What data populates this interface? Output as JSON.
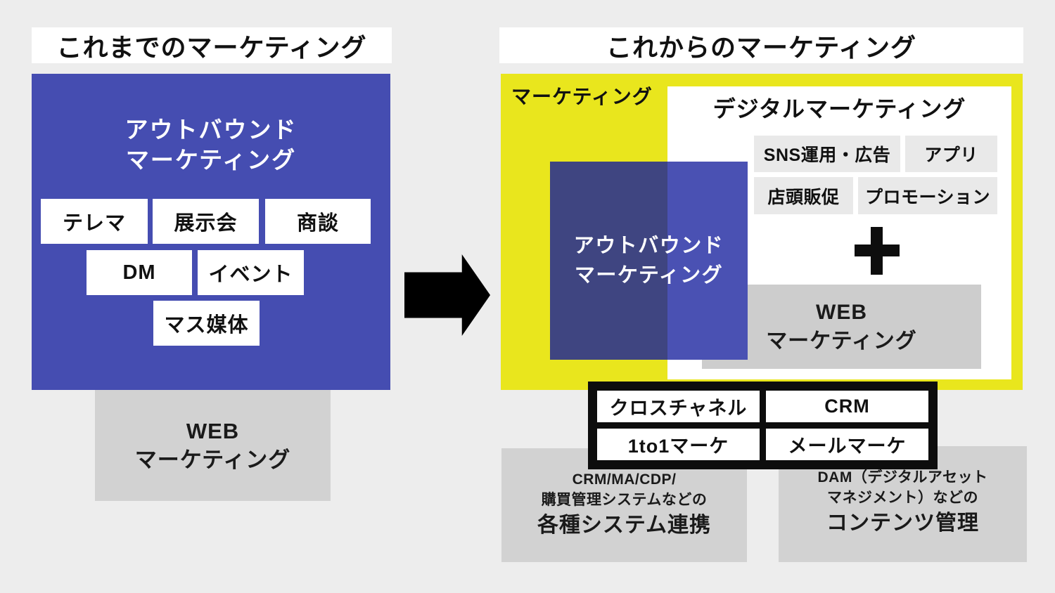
{
  "page": {
    "background": "#EDEDED"
  },
  "colors": {
    "blue": "#454DB1",
    "blue_overlay_dark": "#3F4581",
    "blue_overlay_light": "#4A51B3",
    "yellow": "#E9E61D",
    "gray_panel": "#D2D2D2",
    "gray_web_right": "#CDCDCD",
    "gray_chip": "#E9E9E9",
    "frame_black": "#0D0D0D",
    "white": "#FFFFFF"
  },
  "left": {
    "title": "これまでのマーケティング",
    "outbound": {
      "line1": "アウトバウンド",
      "line2": "マーケティング"
    },
    "tactics": [
      "テレマ",
      "展示会",
      "商談",
      "DM",
      "イベント",
      "マス媒体"
    ],
    "web": {
      "line1": "WEB",
      "line2": "マーケティング"
    }
  },
  "icons": {
    "arrow": "arrow-right-icon",
    "plus": "plus-icon"
  },
  "right": {
    "title": "これからのマーケティング",
    "marketing_label": "マーケティング",
    "digital": {
      "title": "デジタルマーケティング",
      "chips": [
        "SNS運用・広告",
        "アプリ",
        "店頭販促",
        "プロモーション"
      ]
    },
    "outbound": {
      "line1": "アウトバウンド",
      "line2": "マーケティング"
    },
    "web": {
      "line1": "WEB",
      "line2": "マーケティング"
    },
    "channel_matrix": [
      "クロスチャネル",
      "CRM",
      "1to1マーケ",
      "メールマーケ"
    ],
    "system_integration": {
      "line1": "CRM/MA/CDP/",
      "line2": "購買管理システムなどの",
      "line3": "各種システム連携"
    },
    "content_management": {
      "line1": "DAM（デジタルアセット",
      "line2": "マネジメント）などの",
      "line3": "コンテンツ管理"
    }
  }
}
